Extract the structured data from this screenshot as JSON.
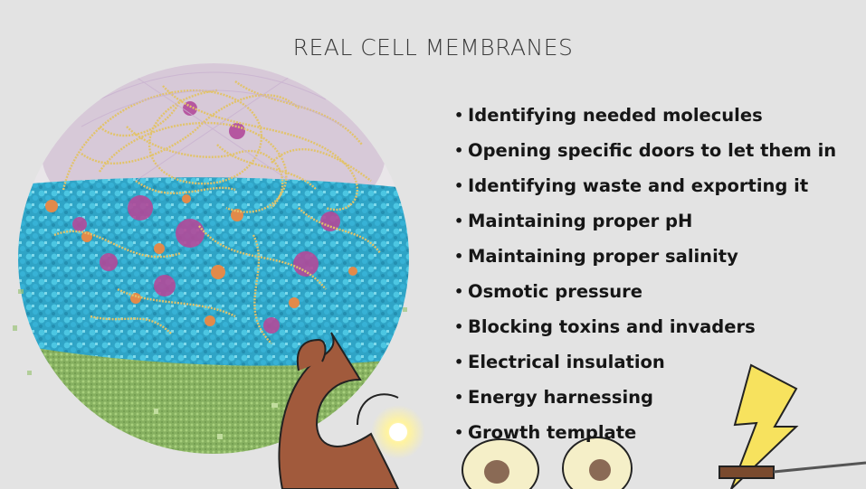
{
  "slide": {
    "title": "REAL CELL MEMBRANES",
    "bullets": [
      "Identifying needed molecules",
      "Opening specific doors to let them in",
      "Identifying waste and exporting it",
      "Maintaining proper pH",
      "Maintaining proper salinity",
      "Osmotic pressure",
      "Blocking toxins and invaders",
      "Electrical insulation",
      "Energy harnessing",
      "Growth template"
    ],
    "bullet_glyph": "•"
  },
  "colors": {
    "background": "#e3e3e3",
    "fiber": "#e2c36a",
    "cytoplasm_cyan": "#3fb6d3",
    "protein_magenta": "#b24a9a",
    "protein_orange": "#e28a4a",
    "membrane_green": "#8fb86a",
    "cartoon_brown": "#a15a3c",
    "spark_yellow": "#fff3a0"
  }
}
